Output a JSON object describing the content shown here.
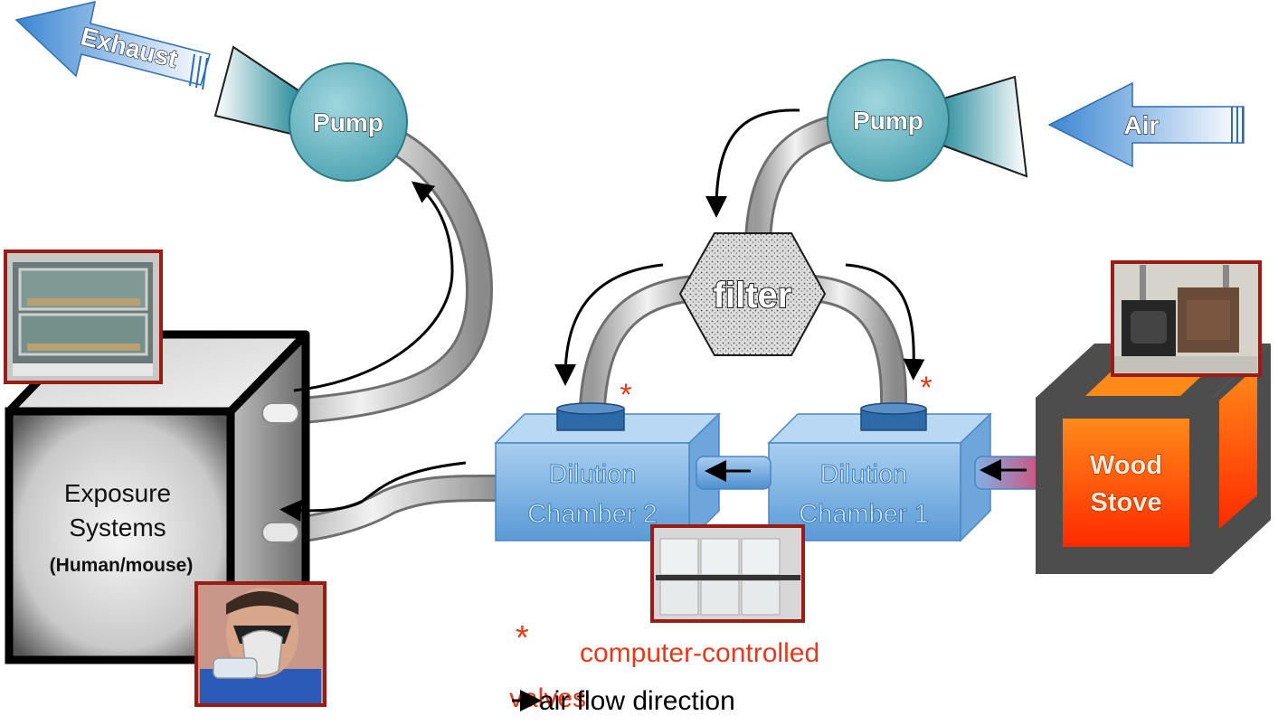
{
  "labels": {
    "exhaust": "Exhaust",
    "air": "Air",
    "pump_left": "Pump",
    "pump_right": "Pump",
    "filter": "filter",
    "exposure_line1": "Exposure",
    "exposure_line2": "Systems",
    "exposure_line3": "(Human/mouse)",
    "dilution2_line1": "Dilution",
    "dilution2_line2": "Chamber 2",
    "dilution1_line1": "Dilution",
    "dilution1_line2": "Chamber 1",
    "stove_line1": "Wood",
    "stove_line2": "Stove",
    "valve_mark": "*"
  },
  "legend": {
    "asterisk": "*",
    "valves_text": "computer-controlled",
    "valves_text2": "valves",
    "airflow_text": "air flow direction"
  },
  "colors": {
    "valve_red": "#e8381b",
    "pump_fill": "#5fb2c0",
    "chamber_fill": "#7fb6e6",
    "stove_orange": "#ff6a10",
    "photo_frame": "#9b1c12",
    "arrow_blue": "#3f8fd6"
  }
}
